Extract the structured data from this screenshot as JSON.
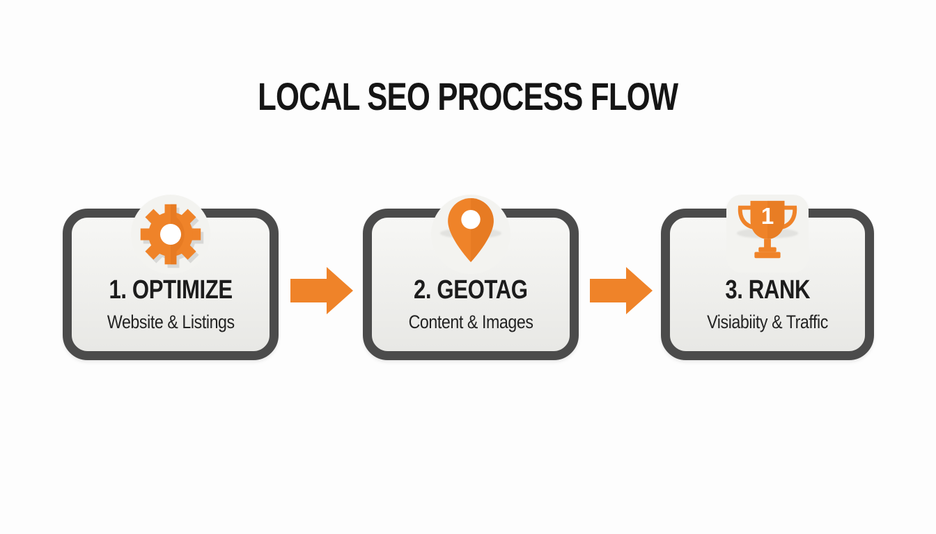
{
  "title": "LOCAL SEO PROCESS FLOW",
  "colors": {
    "accent": "#EF8329",
    "accent_dark": "#E0751F",
    "border": "#4B4B4B",
    "box_fill_top": "#F7F7F5",
    "box_fill_bottom": "#E8E8E5",
    "badge": "#F3F3F0",
    "title_text": "#151515",
    "heading_text": "#1C1C1C",
    "subtitle_text": "#222222"
  },
  "steps": [
    {
      "heading": "1. OPTIMIZE",
      "subtitle": "Website & Listings",
      "icon": "gear-icon"
    },
    {
      "heading": "2. GEOTAG",
      "subtitle": "Content & Images",
      "icon": "location-pin-icon"
    },
    {
      "heading": "3. RANK",
      "subtitle": "Visiabiity & Traffic",
      "icon": "trophy-icon",
      "trophy_number": "1"
    }
  ],
  "connector": {
    "icon": "arrow-right-icon",
    "count": 2
  }
}
